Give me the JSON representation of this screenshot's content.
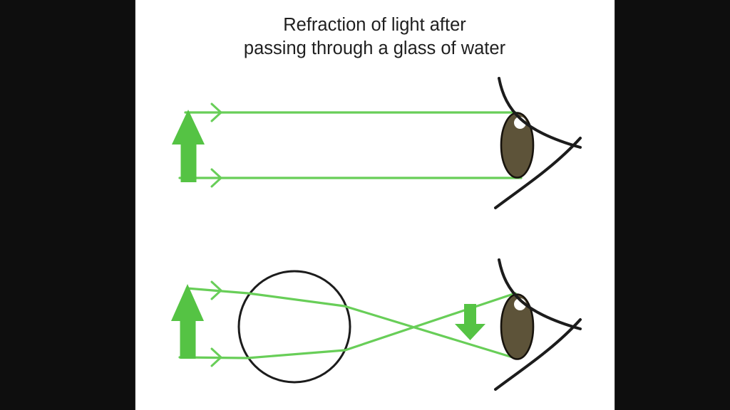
{
  "title": {
    "line1": "Refraction of light after",
    "line2": "passing through a glass of water"
  },
  "colors": {
    "letterbox": "#0e0e0e",
    "canvas": "#ffffff",
    "title_text": "#1f1f1f",
    "arrow_green": "#55c344",
    "ray_green": "#68ce58",
    "line_black": "#1c1c1c",
    "iris_brown": "#5d5339",
    "iris_outline": "#17130d",
    "eye_highlight": "#ffffff"
  },
  "diagram": {
    "top_panel": {
      "object_icon": "upright-green-arrow",
      "rays": "two-parallel-horizontal-light-rays",
      "ray_markers": "right-chevron-arrowheads",
      "observer_icon": "human-eye-profile"
    },
    "bottom_panel": {
      "object_icon": "upright-green-arrow",
      "lens_icon": "glass-of-water-circle",
      "rays": "two-refracted-rays-crossing-before-eye",
      "ray_markers": "right-chevron-arrowheads",
      "image_icon": "inverted-downward-green-arrow",
      "observer_icon": "human-eye-profile"
    }
  }
}
